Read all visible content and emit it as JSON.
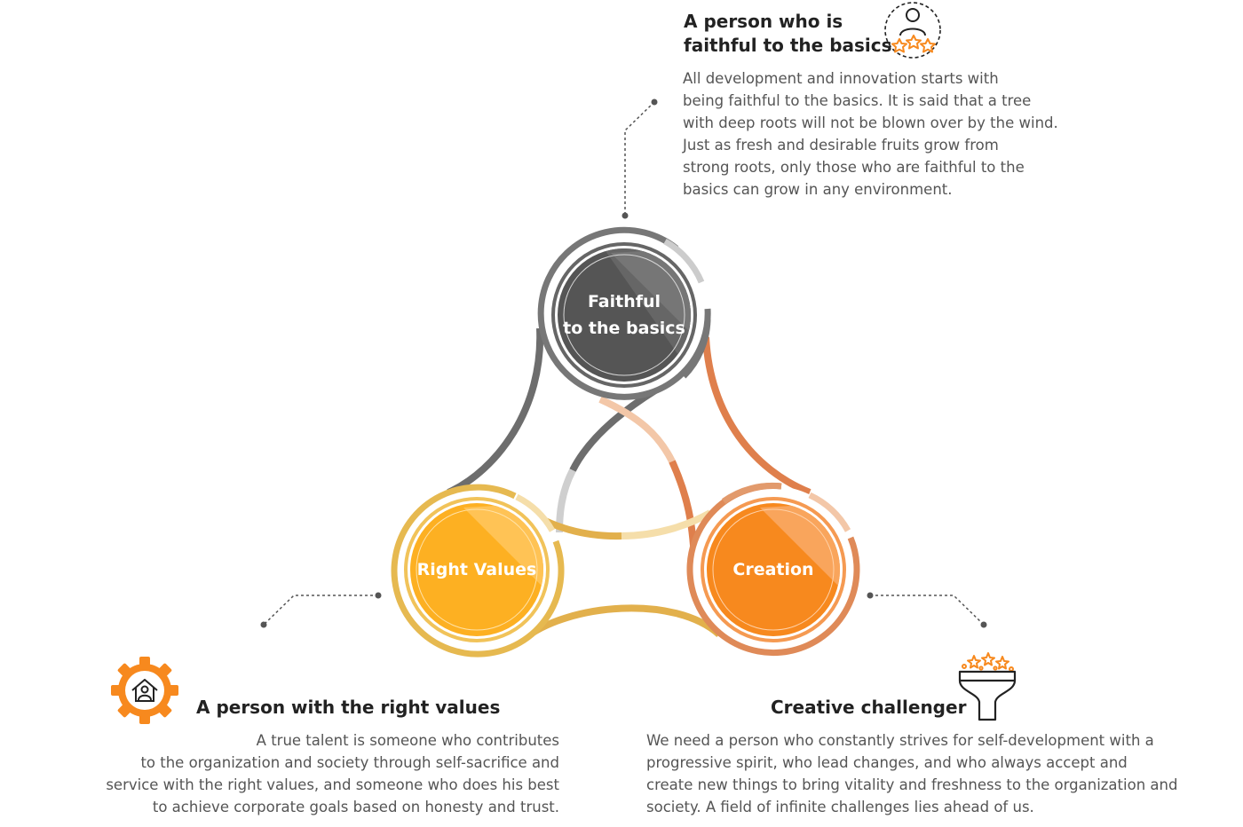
{
  "colors": {
    "gray_dark": "#555555",
    "gray_mid": "#777777",
    "gray_light": "#cccccc",
    "orange": "#f7891e",
    "orange_ring": "#e0895a",
    "orange_light": "#f3c7a8",
    "yellow": "#fdb022",
    "yellow_ring": "#e6b950",
    "yellow_light": "#f5deaa"
  },
  "circles": {
    "top": {
      "line1": "Faithful",
      "line2": "to the basics"
    },
    "left": {
      "label": "Right Values"
    },
    "right": {
      "label": "Creation"
    }
  },
  "sections": {
    "top": {
      "heading_line1": "A person who is",
      "heading_line2": "faithful to the basics",
      "text": [
        "All development and innovation starts with",
        "being faithful to the basics. It is said that a tree",
        "with deep roots will not be blown over by the wind.",
        "Just as fresh and desirable fruits grow from",
        "strong roots, only those who are faithful to the",
        "basics can grow in any environment."
      ],
      "icon": "person-with-stars-icon"
    },
    "left": {
      "heading": "A person with the right values",
      "text": [
        "A true talent is someone who contributes",
        "to the organization and society through self-sacrifice and",
        "service with the right values, and someone who does his best",
        "to achieve corporate goals based on honesty and trust."
      ],
      "icon": "gear-house-person-icon"
    },
    "right": {
      "heading": "Creative challenger",
      "text": [
        "We need a person who constantly strives for self-development with a",
        "progressive spirit, who lead changes, and who always accept and",
        "create new things to bring vitality and freshness to the organization and",
        "society. A field of infinite challenges lies ahead of us."
      ],
      "icon": "funnel-stars-icon"
    }
  }
}
